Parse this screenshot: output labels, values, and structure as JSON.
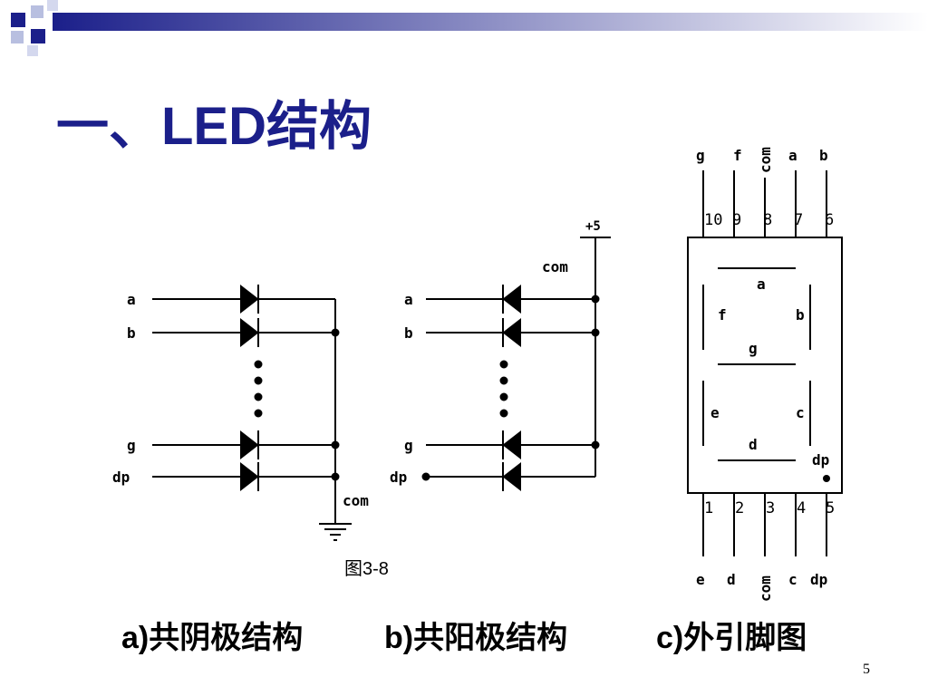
{
  "slide": {
    "title": "一、LED结构",
    "figure_label": "图3-8",
    "page_number": "5",
    "captions": {
      "a": "a)共阴极结构",
      "b": "b)共阳极结构",
      "c": "c)外引脚图"
    },
    "accent_color": "#1b1f8a"
  },
  "cathode_circuit": {
    "inputs": [
      "a",
      "b",
      "g",
      "dp"
    ],
    "common_label": "com"
  },
  "anode_circuit": {
    "inputs": [
      "a",
      "b",
      "g",
      "dp"
    ],
    "common_label": "com",
    "supply_label": "+5"
  },
  "pinout": {
    "top_signals": [
      "g",
      "f",
      "com",
      "a",
      "b"
    ],
    "top_pins": [
      "10",
      "9",
      "8",
      "7",
      "6"
    ],
    "segments": [
      "a",
      "f",
      "b",
      "g",
      "e",
      "c",
      "d",
      "dp"
    ],
    "bottom_pins": [
      "1",
      "2",
      "3",
      "4",
      "5"
    ],
    "bottom_signals": [
      "e",
      "d",
      "com",
      "c",
      "dp"
    ]
  }
}
